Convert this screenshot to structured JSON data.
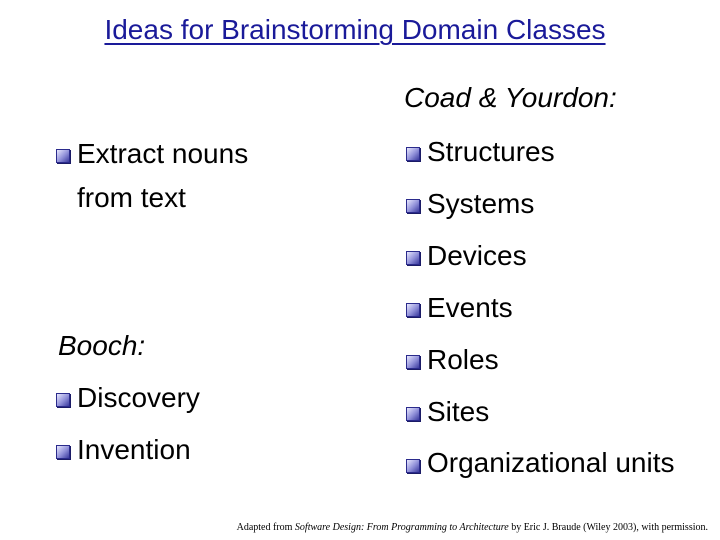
{
  "title": "Ideas for Brainstorming Domain Classes",
  "left": {
    "extract": "Extract nouns from text",
    "booch_heading": "Booch:",
    "booch_items": [
      "Discovery",
      "Invention"
    ]
  },
  "right": {
    "heading": "Coad & Yourdon:",
    "items": [
      "Structures",
      "Systems",
      "Devices",
      "Events",
      "Roles",
      "Sites",
      "Organizational units"
    ]
  },
  "footnote": {
    "prefix": "Adapted from ",
    "book": "Software Design: From Programming to Architecture",
    "suffix": " by Eric J. Braude (Wiley 2003), with permission."
  },
  "colors": {
    "title": "#1a1a99",
    "bullet": "#3a3a9e"
  },
  "icons": {
    "bullet": "square-bullet-icon"
  }
}
